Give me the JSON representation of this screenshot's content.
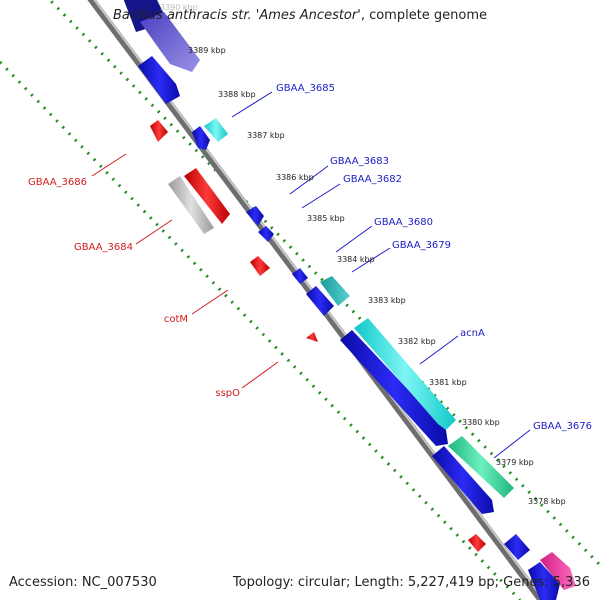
{
  "title": {
    "organism": "Bacillus anthracis str. 'Ames Ancestor'",
    "suffix": ", complete genome"
  },
  "footer": {
    "accession": "Accession: NC_007530",
    "topology": "Topology: circular; Length: 5,227,419 bp; Genes: 5,336"
  },
  "colors": {
    "forward_labels": "#1c1cc8",
    "reverse_labels": "#d21c1c",
    "backbone": "#8a8a8a",
    "ticks": "#228b22"
  },
  "ticks": [
    "3390 kbp",
    "3389 kbp",
    "3388 kbp",
    "3387 kbp",
    "3386 kbp",
    "3385 kbp",
    "3384 kbp",
    "3383 kbp",
    "3382 kbp",
    "3381 kbp",
    "3380 kbp",
    "3379 kbp",
    "3378 kbp"
  ],
  "forward_labels": [
    "GBAA_3685",
    "GBAA_3683",
    "GBAA_3682",
    "GBAA_3680",
    "GBAA_3679",
    "acnA",
    "GBAA_3676"
  ],
  "reverse_labels": [
    "GBAA_3686",
    "GBAA_3684",
    "cotM",
    "sspO"
  ]
}
